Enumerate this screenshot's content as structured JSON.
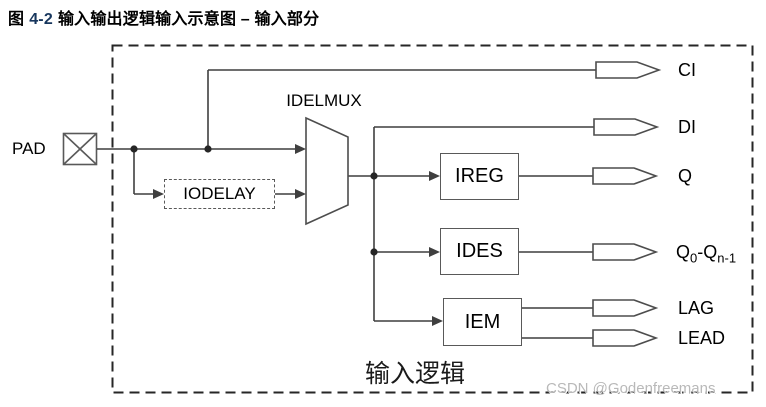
{
  "figure": {
    "title_prefix": "图",
    "title_number": "4-2",
    "title_rest": "输入输出逻辑输入示意图 – 输入部分"
  },
  "diagram": {
    "pad_label": "PAD",
    "mux_label": "IDELMUX",
    "iodelay_label": "IODELAY",
    "blocks": {
      "ireg": "IREG",
      "ides": "IDES",
      "iem": "IEM"
    },
    "outputs": {
      "ci": "CI",
      "di": "DI",
      "q": "Q",
      "q_range": {
        "base1": "Q",
        "sub1": "0",
        "separator": "-",
        "base2": "Q",
        "sub2": "n-1"
      },
      "lag": "LAG",
      "lead": "LEAD"
    },
    "region_label": "输入逻辑",
    "colors": {
      "wire": "#3f3f3f",
      "box_border": "#595959",
      "dashed_border": "#262626",
      "title_number": "#17365d",
      "watermark": "#b9b9b9"
    }
  },
  "watermark": "CSDN @Godenfreemans"
}
